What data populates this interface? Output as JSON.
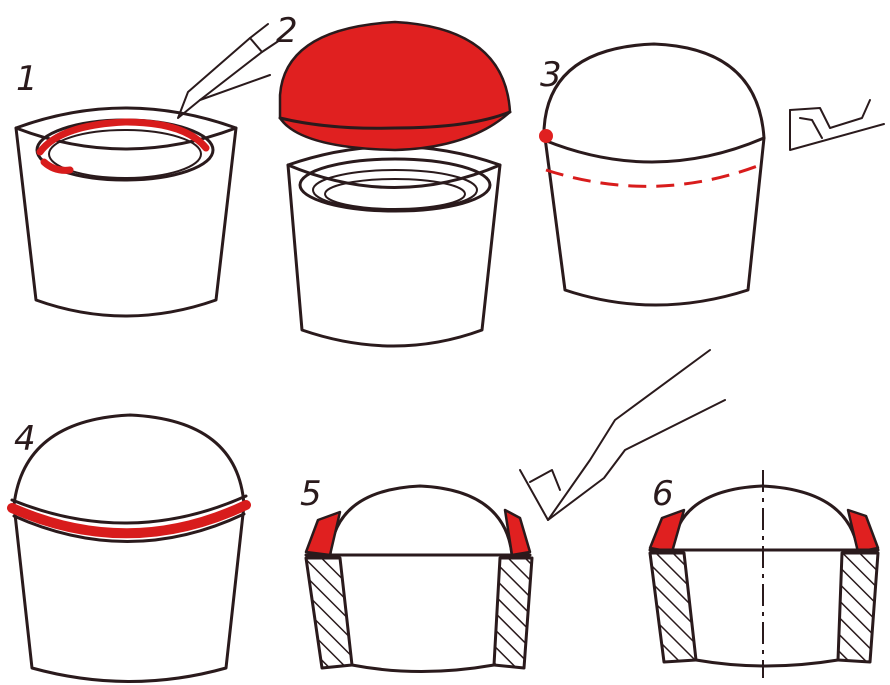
{
  "figure": {
    "step_numbers": [
      "1",
      "2",
      "3",
      "4",
      "5",
      "6"
    ],
    "colors": {
      "ink": "#2a1a1c",
      "highlight": "#e02020",
      "background": "#ffffff"
    }
  }
}
